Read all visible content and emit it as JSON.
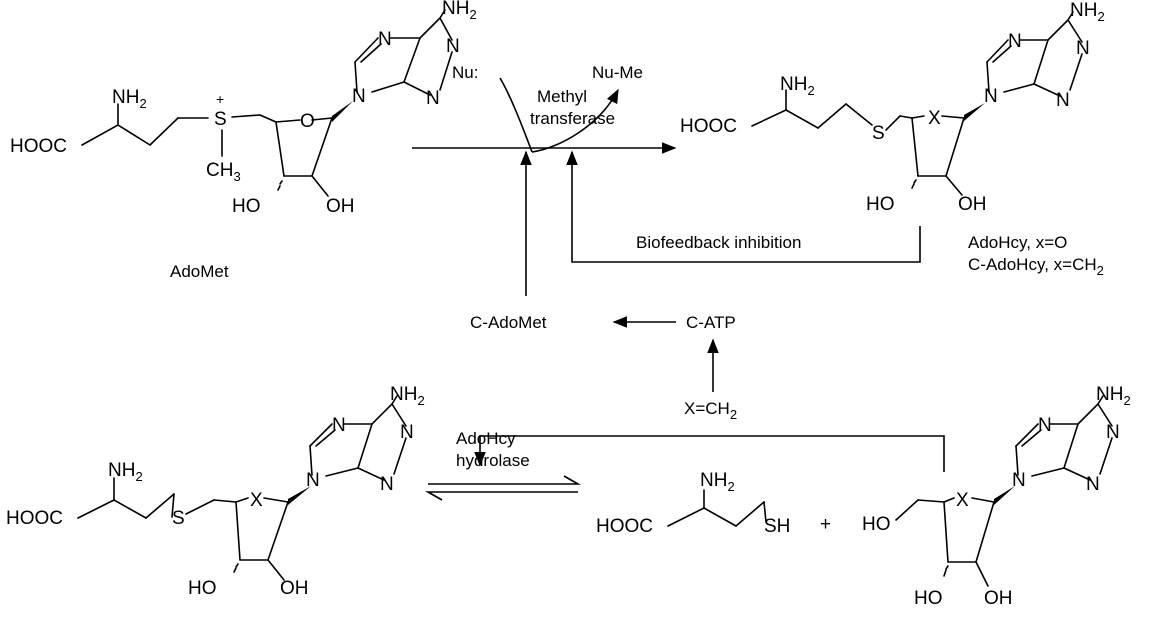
{
  "atoms": {
    "nh2": "NH",
    "two": "2",
    "n": "N",
    "o": "O",
    "s": "S",
    "x": "X",
    "hooc": "HOOC",
    "ho": "HO",
    "oh": "OH",
    "ch": "CH",
    "three": "3",
    "sh": "SH",
    "plus": "+"
  },
  "labels": {
    "adomet": "AdoMet",
    "nu": "Nu:",
    "nu_me": "Nu-Me",
    "methyl": "Methyl",
    "transferase": "transferase",
    "biofeedback": "Biofeedback inhibition",
    "adohcy_x_o": "AdoHcy, x=O",
    "c_adohcy_prefix": "C-AdoHcy, x=CH",
    "c_adomet": "C-AdoMet",
    "c_atp": "C-ATP",
    "x_ch": "X=CH",
    "adohcy": "AdoHcy",
    "hydrolase": "hydrolase"
  }
}
